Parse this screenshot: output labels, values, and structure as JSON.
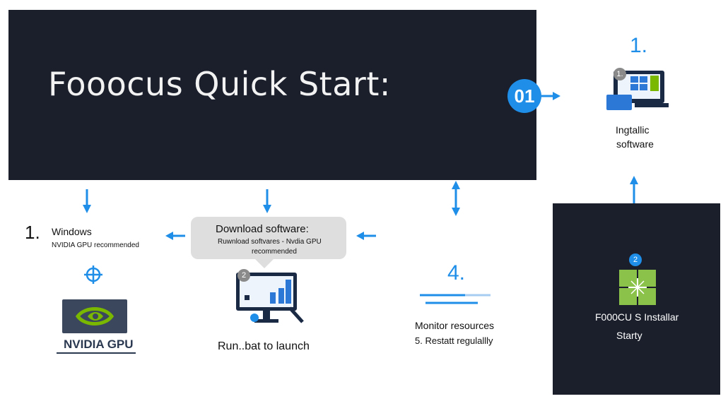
{
  "hero": {
    "title": "Fooocus Quick Start:",
    "badge": "01"
  },
  "install": {
    "step_number": "1.",
    "icon_badge": "1.",
    "label_line1": "Ingtallic",
    "label_line2": "software"
  },
  "windows": {
    "step_number": "1.",
    "title": "Windows",
    "subtitle": "NVIDIA GPU recommended",
    "gpu_label": "NVIDIA GPU"
  },
  "download": {
    "title": "Download software:",
    "subtitle_line1": "Ruwnload softvares - Nvdia GPU",
    "subtitle_line2": "recommended",
    "icon_badge": "2",
    "caption": "Run..bat to launch"
  },
  "monitor": {
    "step_number": "4.",
    "label": "Monitor resources",
    "sub_label": "5. Restatt regulallly"
  },
  "installer": {
    "badge": "2",
    "label_line1": "F000CU S Installar",
    "label_line2": "Starty"
  },
  "colors": {
    "accent": "#1e8ee8",
    "dark": "#1b1f2c",
    "nvidia_green": "#7ab800",
    "windows_green": "#8bc34a"
  }
}
